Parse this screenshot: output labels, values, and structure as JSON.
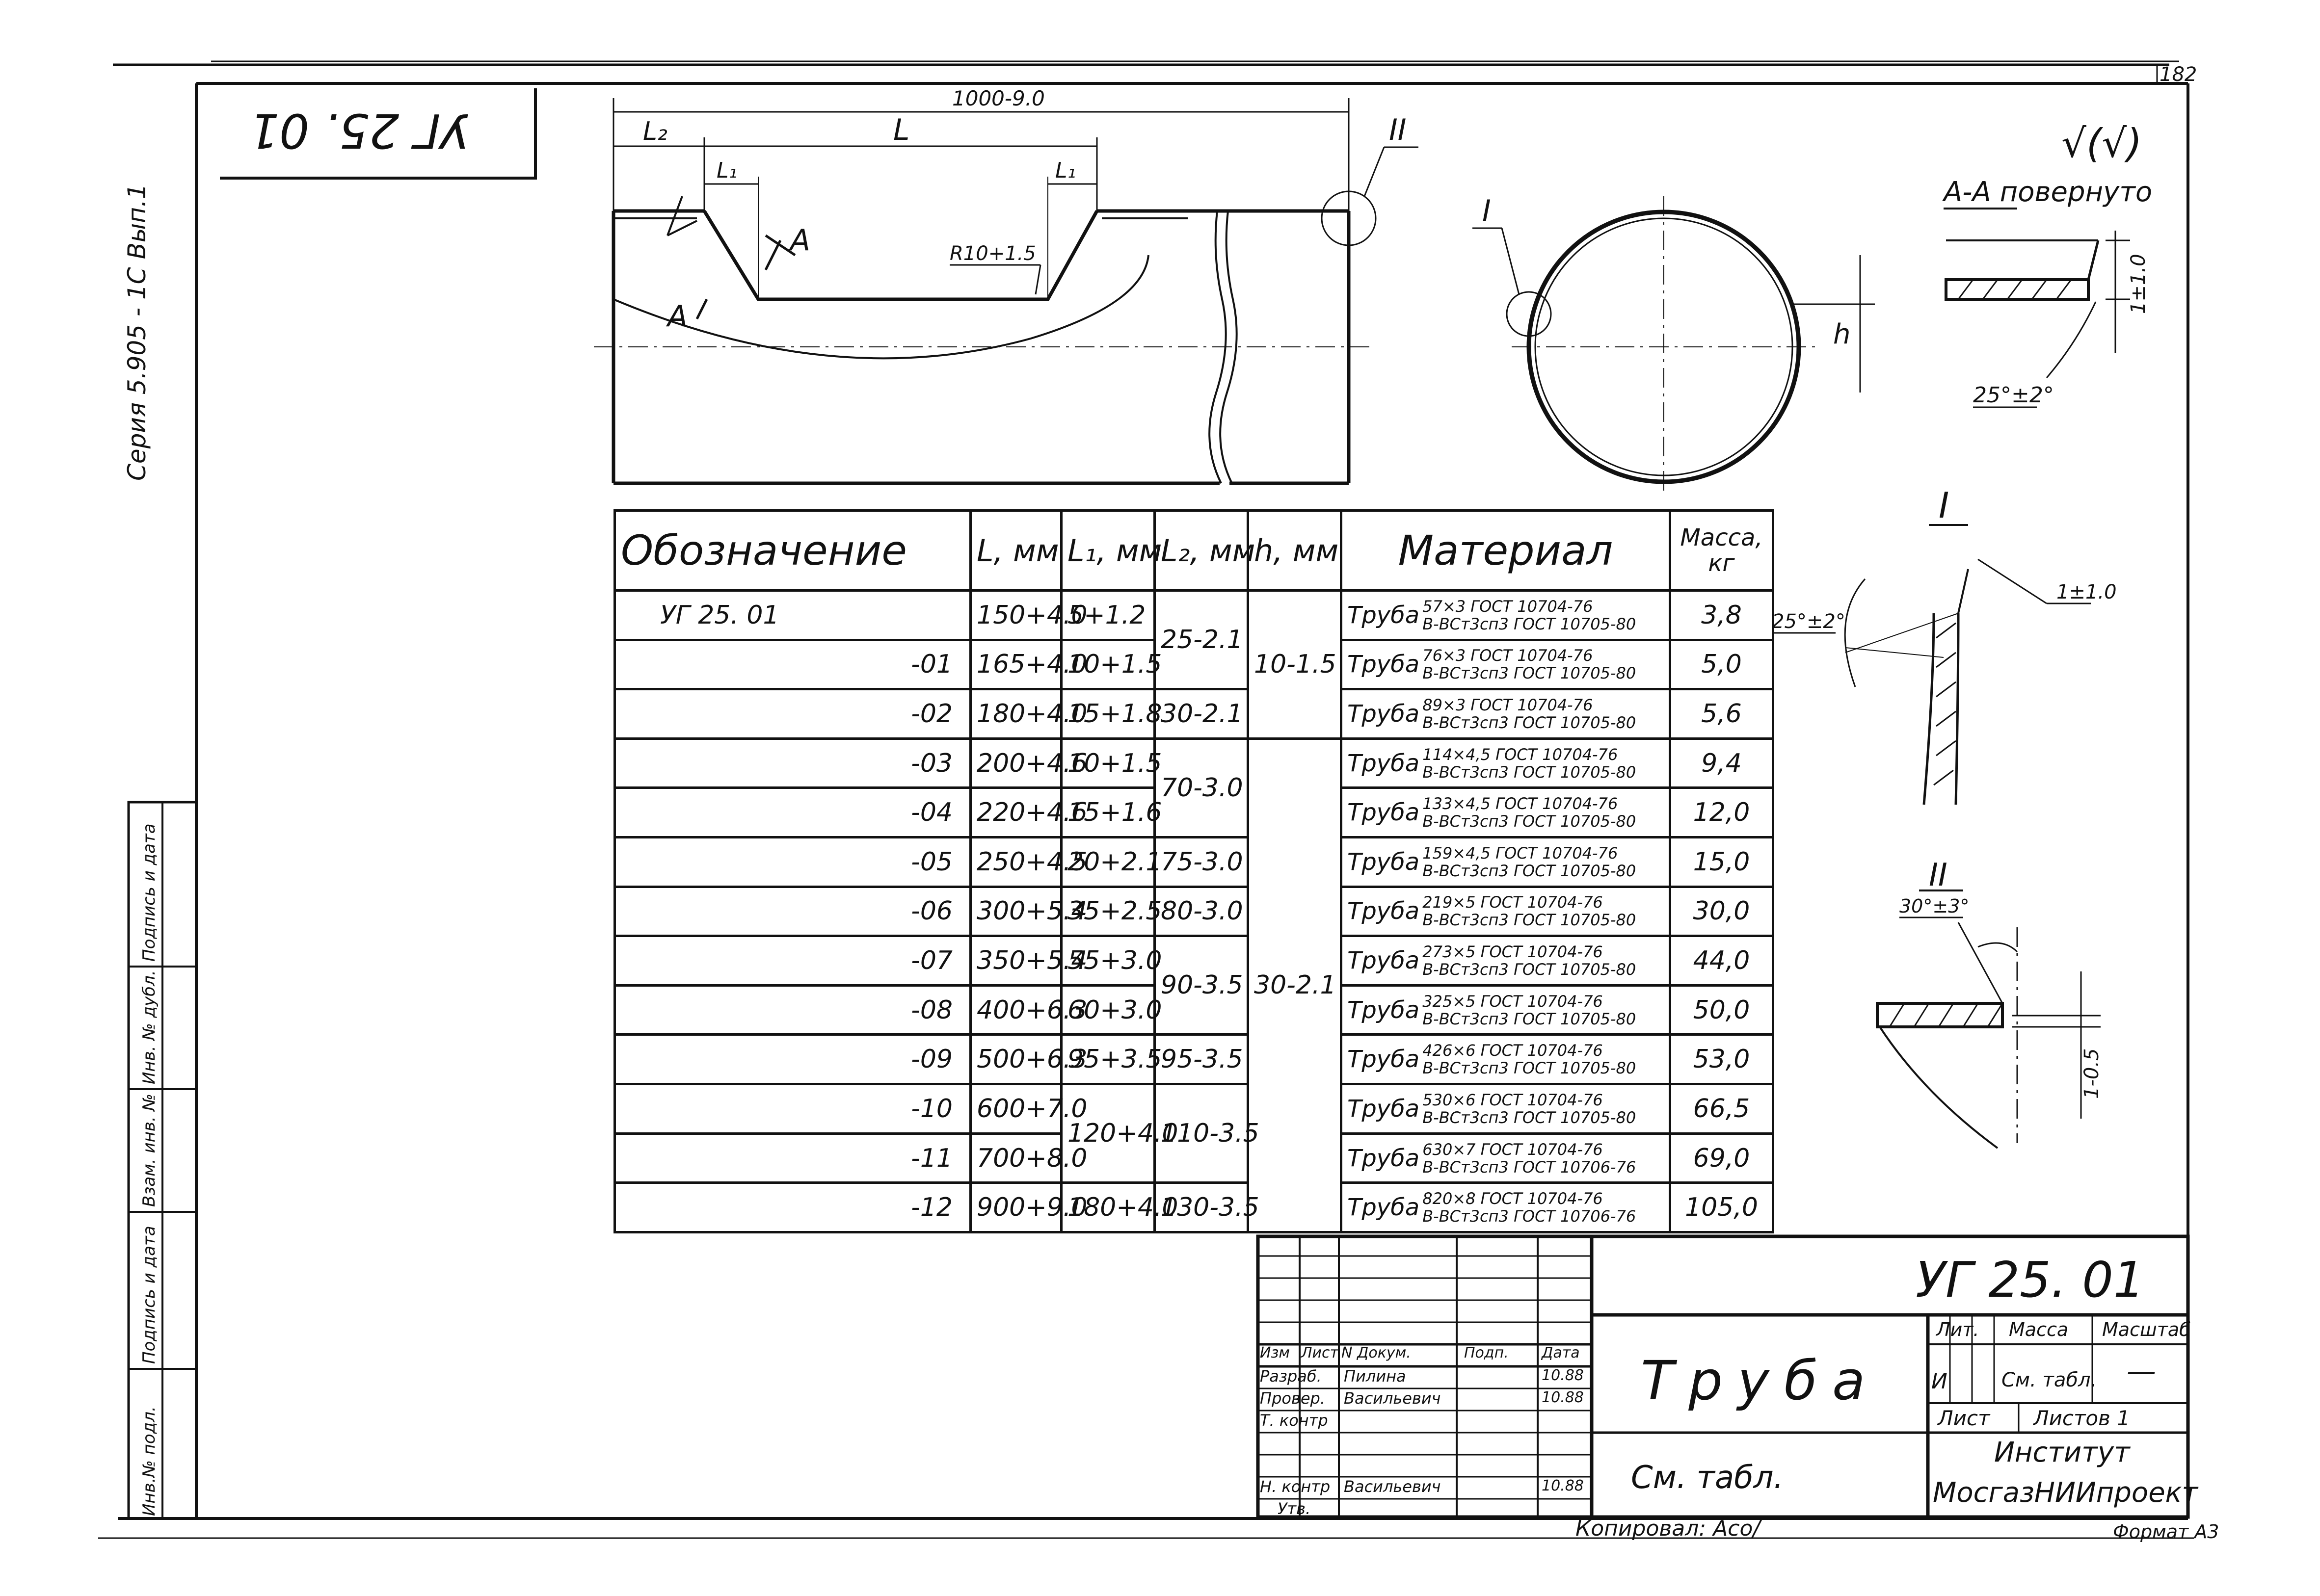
{
  "sheet_number": "182",
  "stamp": {
    "code": "УГ 25. 01"
  },
  "series_label": "Серия 5.905 - 1С Вып.1",
  "left_strip": [
    "Инв.№ подл.",
    "Подпись и дата",
    "Взам. инв. №",
    "Инв. № дубл.",
    "Подпись и дата"
  ],
  "drawing": {
    "dim_total": "1000-9.0",
    "dim_l2": "L₂",
    "dim_l": "L",
    "dim_l1_left": "L₁",
    "dim_l1_right": "L₁",
    "radius": "R10+1.5",
    "section_mark": "A",
    "view_ii": "II",
    "view_i": "I",
    "dim_h": "h",
    "roughness": "√(√)",
    "section_title": "А-А повернуто",
    "dim_1": "1±1.0",
    "angle_1": "25°±2°",
    "detail_i_title": "I",
    "detail_i_angle": "25°±2°",
    "detail_i_dim": "1±1.0",
    "detail_ii_title": "II",
    "detail_ii_angle": "30°±3°",
    "detail_ii_dim": "1-0.5"
  },
  "table": {
    "headers": [
      "Обозначение",
      "L, мм",
      "L₁, мм",
      "L₂, мм",
      "h, мм",
      "Материал",
      "Масса, кг"
    ],
    "rows": [
      {
        "designation": "УГ 25. 01",
        "L": "150+4.0",
        "L1": "5+1.2",
        "mat_a": "57×3 ГОСТ 10704-76",
        "mat_b": "В-ВСт3сп3 ГОСТ 10705-80",
        "mass": "3,8"
      },
      {
        "designation": "-01",
        "L": "165+4.0",
        "L1": "10+1.5",
        "mat_a": "76×3 ГОСТ 10704-76",
        "mat_b": "В-ВСт3сп3 ГОСТ 10705-80",
        "mass": "5,0"
      },
      {
        "designation": "-02",
        "L": "180+4.0",
        "L1": "15+1.8",
        "mat_a": "89×3 ГОСТ 10704-76",
        "mat_b": "В-ВСт3сп3 ГОСТ 10705-80",
        "mass": "5,6"
      },
      {
        "designation": "-03",
        "L": "200+4.6",
        "L1": "10+1.5",
        "mat_a": "114×4,5 ГОСТ 10704-76",
        "mat_b": "В-ВСт3сп3 ГОСТ 10705-80",
        "mass": "9,4"
      },
      {
        "designation": "-04",
        "L": "220+4.6",
        "L1": "15+1.6",
        "mat_a": "133×4,5 ГОСТ 10704-76",
        "mat_b": "В-ВСт3сп3 ГОСТ 10705-80",
        "mass": "12,0"
      },
      {
        "designation": "-05",
        "L": "250+4.5",
        "L1": "20+2.1",
        "mat_a": "159×4,5 ГОСТ 10704-76",
        "mat_b": "В-ВСт3сп3 ГОСТ 10705-80",
        "mass": "15,0"
      },
      {
        "designation": "-06",
        "L": "300+5.4",
        "L1": "35+2.5",
        "mat_a": "219×5 ГОСТ 10704-76",
        "mat_b": "В-ВСт3сп3 ГОСТ 10705-80",
        "mass": "30,0"
      },
      {
        "designation": "-07",
        "L": "350+5.4",
        "L1": "55+3.0",
        "mat_a": "273×5 ГОСТ 10704-76",
        "mat_b": "В-ВСт3сп3 ГОСТ 10705-80",
        "mass": "44,0"
      },
      {
        "designation": "-08",
        "L": "400+6.3",
        "L1": "60+3.0",
        "mat_a": "325×5 ГОСТ 10704-76",
        "mat_b": "В-ВСт3сп3 ГОСТ 10705-80",
        "mass": "50,0"
      },
      {
        "designation": "-09",
        "L": "500+6.3",
        "L1": "95+3.5",
        "mat_a": "426×6 ГОСТ 10704-76",
        "mat_b": "В-ВСт3сп3 ГОСТ 10705-80",
        "mass": "53,0"
      },
      {
        "designation": "-10",
        "L": "600+7.0",
        "L1": "",
        "mat_a": "530×6 ГОСТ 10704-76",
        "mat_b": "В-ВСт3сп3 ГОСТ 10705-80",
        "mass": "66,5"
      },
      {
        "designation": "-11",
        "L": "700+8.0",
        "L1": "",
        "mat_a": "630×7 ГОСТ 10704-76",
        "mat_b": "В-ВСт3сп3 ГОСТ 10706-76",
        "mass": "69,0"
      },
      {
        "designation": "-12",
        "L": "900+9.0",
        "L1": "180+4.0",
        "mat_a": "820×8 ГОСТ 10704-76",
        "mat_b": "В-ВСт3сп3 ГОСТ 10706-76",
        "mass": "105,0"
      }
    ],
    "merged": {
      "l1_10_11": "120+4.0",
      "l2_a": "25-2.1",
      "l2_b": "30-2.1",
      "l2_c": "70-3.0",
      "l2_d": "75-3.0",
      "l2_e": "80-3.0",
      "l2_f": "90-3.5",
      "l2_g": "95-3.5",
      "l2_h": "110-3.5",
      "l2_i": "130-3.5",
      "h_a": "10-1.5",
      "h_b": "30-2.1"
    },
    "pipe_word": "Труба"
  },
  "title_block": {
    "doc_code": "УГ 25. 01",
    "name": "Труба",
    "note": "См. табл.",
    "col_izm": "Изм",
    "col_list": "Лист",
    "col_doc": "N Докум.",
    "col_sign": "Подп.",
    "col_date": "Дата",
    "razrab_label": "Разраб.",
    "razrab_name": "Пилина",
    "razrab_date": "10.88",
    "prover_label": "Провер.",
    "prover_name": "Васильевич",
    "prover_date": "10.88",
    "tkontr_label": "Т. контр",
    "nkontr_label": "Н. контр",
    "nkontr_name": "Васильевич",
    "nkontr_date": "10.88",
    "utv_label": "Утв.",
    "lit_label": "Лит.",
    "mass_label": "Масса",
    "scale_label": "Масштаб",
    "lit_value": "И",
    "mass_value": "См. табл.",
    "scale_value": "—",
    "sheet_label": "Лист",
    "sheets_label": "Листов 1",
    "institute_1": "Институт",
    "institute_2": "МосгазНИИпроект"
  },
  "footer": {
    "copied": "Копировал: Асо/",
    "format": "Формат А3"
  }
}
